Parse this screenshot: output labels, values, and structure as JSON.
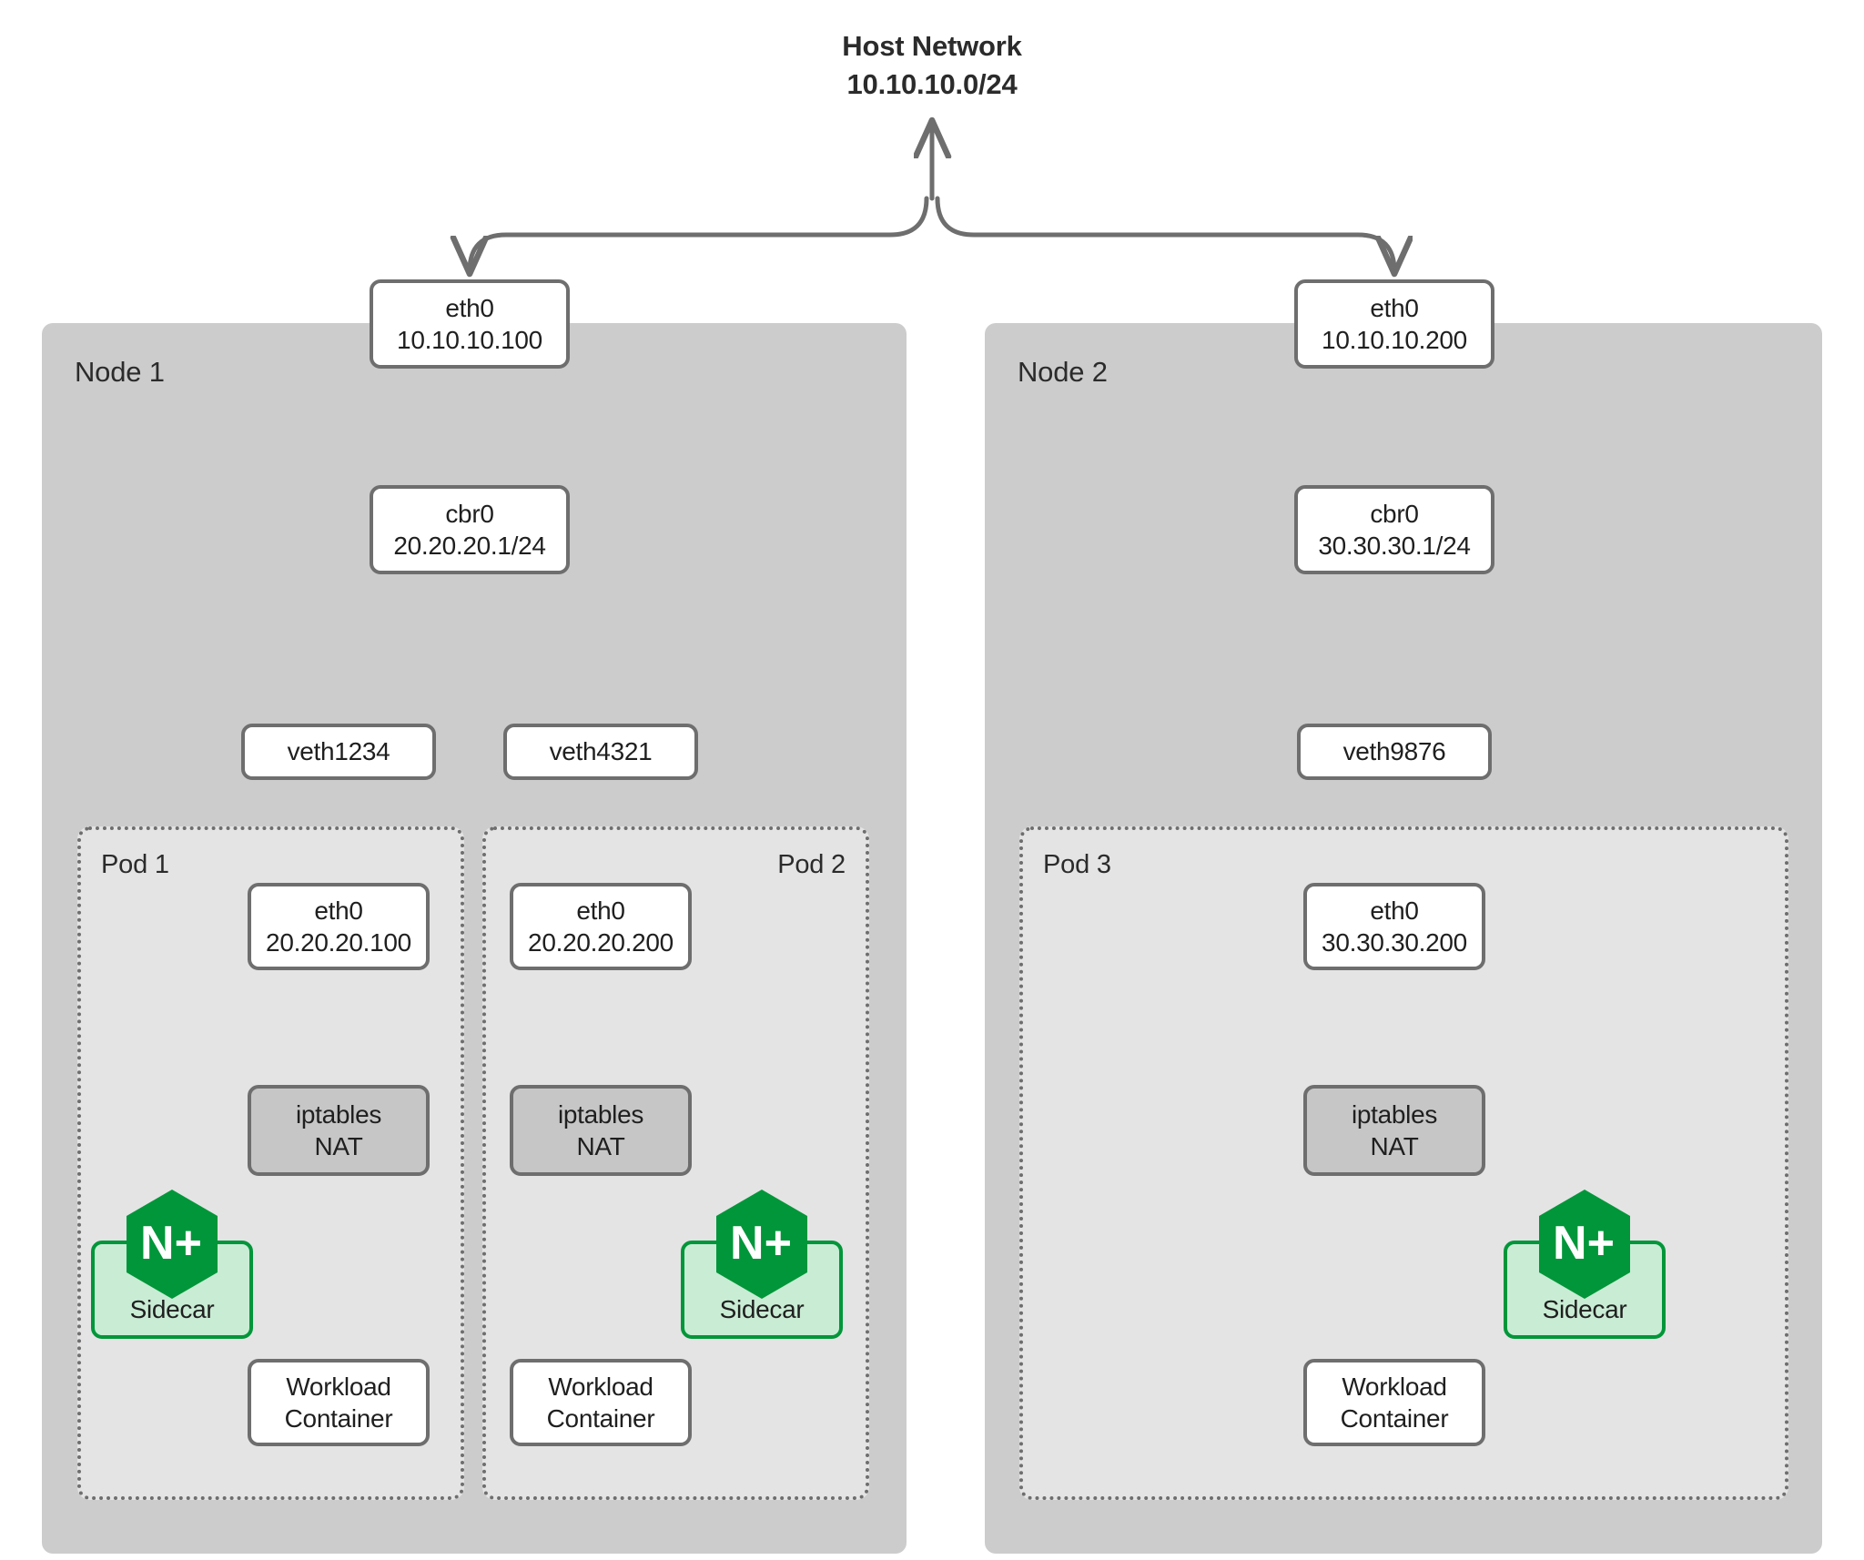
{
  "diagram": {
    "title_line1": "Host Network",
    "title_line2": "10.10.10.0/24",
    "colors": {
      "node_bg": "#cccccc",
      "pod_bg": "#e4e4e4",
      "box_border": "#6e6e6e",
      "nat_fill": "#c6c6c6",
      "nginx_green": "#009639",
      "sidecar_fill": "#c9ecd4",
      "text": "#1f1f1f"
    }
  },
  "nodes": [
    {
      "label": "Node 1",
      "eth0": {
        "name": "eth0",
        "ip": "10.10.10.100"
      },
      "bridge": {
        "name": "cbr0",
        "ip": "20.20.20.1/24"
      },
      "veths": [
        {
          "name": "veth1234"
        },
        {
          "name": "veth4321"
        }
      ],
      "pods": [
        {
          "label": "Pod 1",
          "eth0": {
            "name": "eth0",
            "ip": "20.20.20.100"
          },
          "nat": {
            "line1": "iptables",
            "line2": "NAT"
          },
          "sidecar": {
            "label": "Sidecar",
            "logo": "nginx-plus-icon",
            "logo_text": "N+"
          },
          "workload": {
            "line1": "Workload",
            "line2": "Container"
          }
        },
        {
          "label": "Pod 2",
          "eth0": {
            "name": "eth0",
            "ip": "20.20.20.200"
          },
          "nat": {
            "line1": "iptables",
            "line2": "NAT"
          },
          "sidecar": {
            "label": "Sidecar",
            "logo": "nginx-plus-icon",
            "logo_text": "N+"
          },
          "workload": {
            "line1": "Workload",
            "line2": "Container"
          }
        }
      ]
    },
    {
      "label": "Node 2",
      "eth0": {
        "name": "eth0",
        "ip": "10.10.10.200"
      },
      "bridge": {
        "name": "cbr0",
        "ip": "30.30.30.1/24"
      },
      "veths": [
        {
          "name": "veth9876"
        }
      ],
      "pods": [
        {
          "label": "Pod 3",
          "eth0": {
            "name": "eth0",
            "ip": "30.30.30.200"
          },
          "nat": {
            "line1": "iptables",
            "line2": "NAT"
          },
          "sidecar": {
            "label": "Sidecar",
            "logo": "nginx-plus-icon",
            "logo_text": "N+"
          },
          "workload": {
            "line1": "Workload",
            "line2": "Container"
          }
        }
      ]
    }
  ]
}
